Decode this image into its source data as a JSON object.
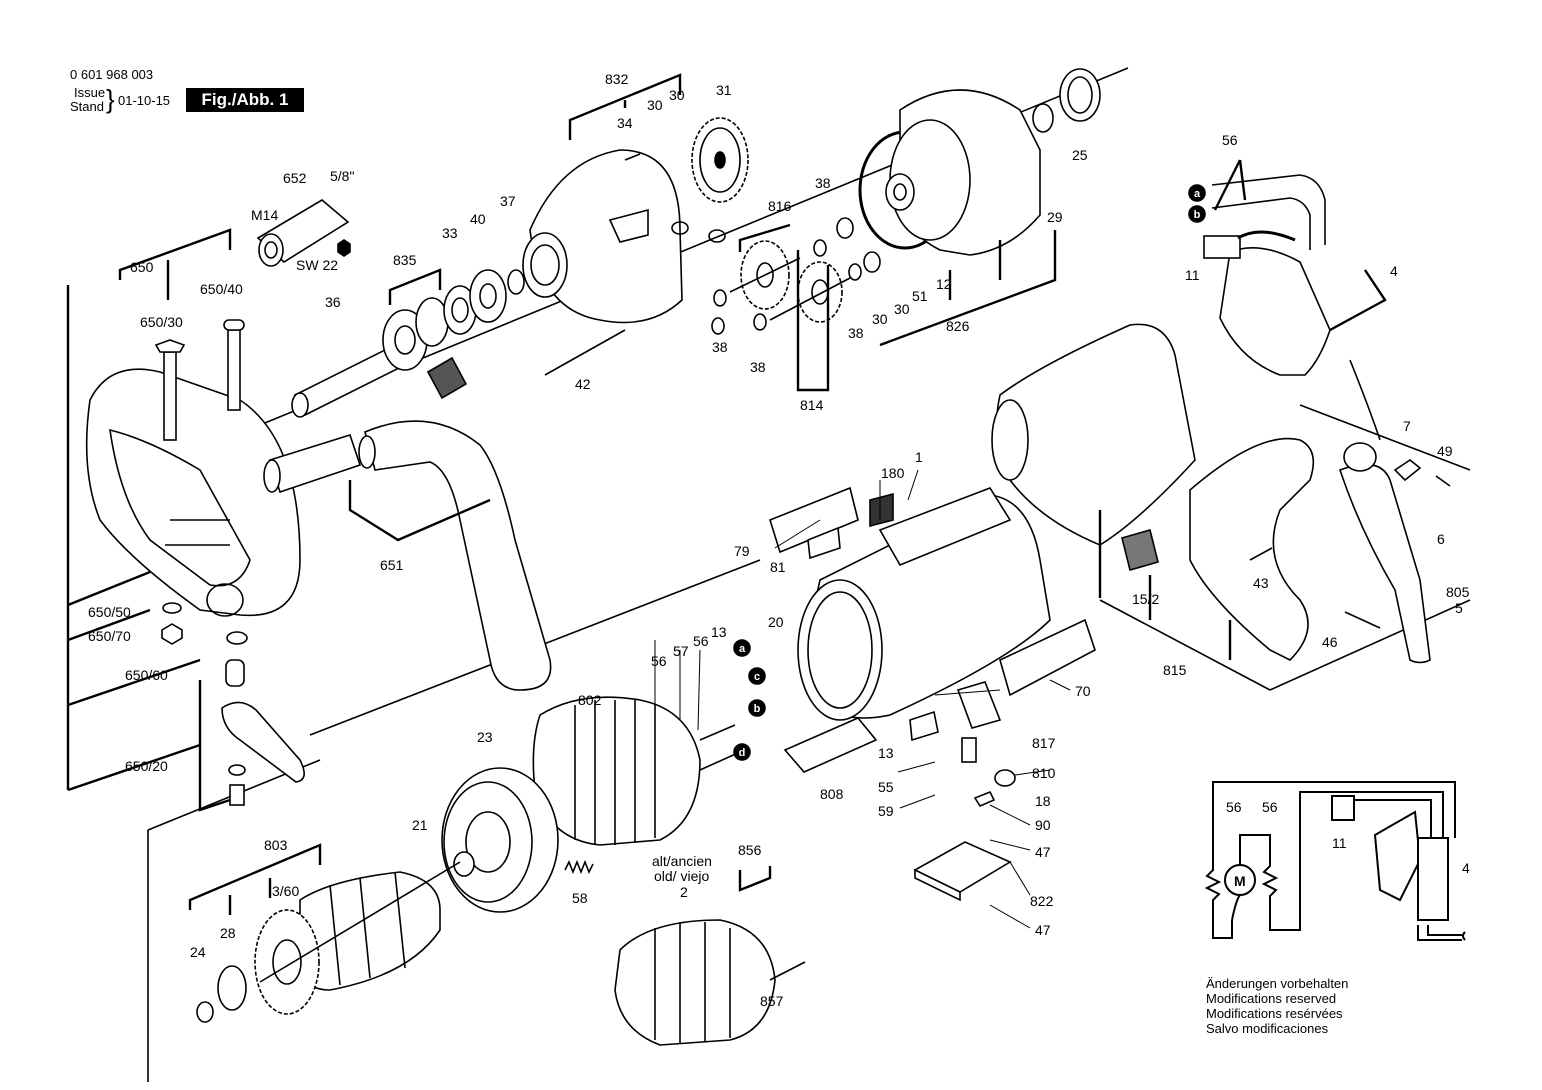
{
  "header": {
    "part_number": "0 601 968 003",
    "issue_label": "Issue",
    "stand_label": "Stand",
    "date": "01-10-15",
    "figure": "Fig./Abb. 1"
  },
  "callouts": {
    "c832": "832",
    "c34": "34",
    "c30a": "30",
    "c30b": "30",
    "c31": "31",
    "c25": "25",
    "c652": "652",
    "c5_8": "5/8\"",
    "cM14": "M14",
    "cSW22": "SW 22",
    "c835": "835",
    "c33": "33",
    "c40": "40",
    "c37": "37",
    "c36": "36",
    "c42": "42",
    "c650": "650",
    "c650_40": "650/40",
    "c650_30": "650/30",
    "c650_50": "650/50",
    "c650_70": "650/70",
    "c650_60": "650/60",
    "c650_20": "650/20",
    "c816": "816",
    "c38a": "38",
    "c38b": "38",
    "c38c": "38",
    "c38d": "38",
    "c814": "814",
    "c30c": "30",
    "c30d": "30",
    "c51": "51",
    "c12": "12",
    "c826": "826",
    "c29": "29",
    "c56a": "56",
    "ca": "a",
    "cb": "b",
    "c11": "11",
    "c4": "4",
    "c651": "651",
    "c180": "180",
    "c1": "1",
    "c79": "79",
    "c81": "81",
    "c15_2": "15/2",
    "c43": "43",
    "c7": "7",
    "c49": "49",
    "c6": "6",
    "c805": "805",
    "c5": "5",
    "c46": "46",
    "c815": "815",
    "c70": "70",
    "c20": "20",
    "c13a": "13",
    "c56b": "56",
    "c57": "57",
    "c56c": "56",
    "c802": "802",
    "c23": "23",
    "c13b": "13",
    "c817": "817",
    "c810": "810",
    "c55": "55",
    "c18": "18",
    "c59": "59",
    "c90": "90",
    "c47a": "47",
    "c808": "808",
    "c822": "822",
    "c47b": "47",
    "c21": "21",
    "c58": "58",
    "c803": "803",
    "c3_60": "3/60",
    "c24": "24",
    "c28": "28",
    "c856": "856",
    "c2": "2",
    "c857": "857",
    "old_line1": "alt/ancien",
    "old_line2": "old/ viejo",
    "ma": "a",
    "mc": "c",
    "mb": "b",
    "md": "d"
  },
  "wiring": {
    "label_56_left": "56",
    "label_56_right": "56",
    "label_11": "11",
    "label_4": "4",
    "motor": "M"
  },
  "notes": [
    "Änderungen vorbehalten",
    "Modifications reserved",
    "Modifications resérvées",
    "Salvo modificaciones"
  ]
}
